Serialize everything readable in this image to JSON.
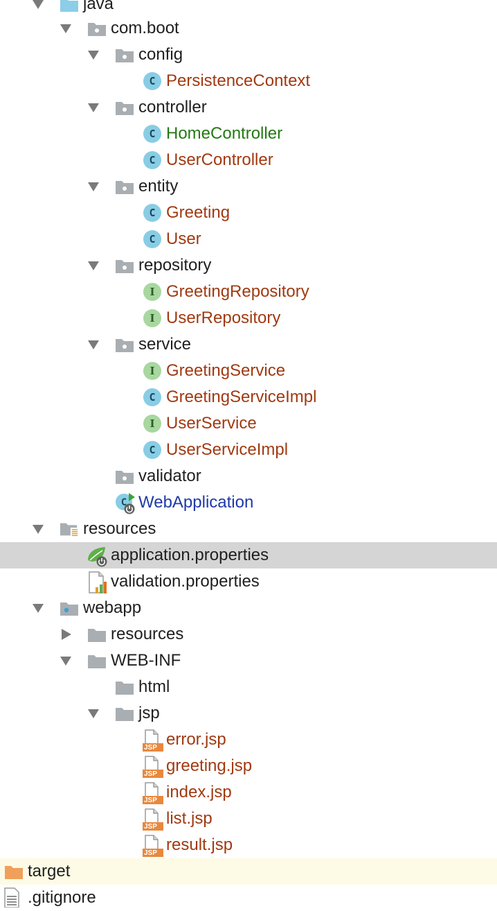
{
  "tree": {
    "items": [
      {
        "label": "java",
        "kind": "folder-blue",
        "expanded": true
      },
      {
        "label": "com.boot",
        "kind": "package",
        "expanded": true
      },
      {
        "label": "config",
        "kind": "package",
        "expanded": true
      },
      {
        "label": "PersistenceContext",
        "kind": "class"
      },
      {
        "label": "controller",
        "kind": "package",
        "expanded": true
      },
      {
        "label": "HomeController",
        "kind": "class"
      },
      {
        "label": "UserController",
        "kind": "class"
      },
      {
        "label": "entity",
        "kind": "package",
        "expanded": true
      },
      {
        "label": "Greeting",
        "kind": "class"
      },
      {
        "label": "User",
        "kind": "class"
      },
      {
        "label": "repository",
        "kind": "package",
        "expanded": true
      },
      {
        "label": "GreetingRepository",
        "kind": "interface"
      },
      {
        "label": "UserRepository",
        "kind": "interface"
      },
      {
        "label": "service",
        "kind": "package",
        "expanded": true
      },
      {
        "label": "GreetingService",
        "kind": "interface"
      },
      {
        "label": "GreetingServiceImpl",
        "kind": "class"
      },
      {
        "label": "UserService",
        "kind": "interface"
      },
      {
        "label": "UserServiceImpl",
        "kind": "class"
      },
      {
        "label": "validator",
        "kind": "package"
      },
      {
        "label": "WebApplication",
        "kind": "spring-app"
      },
      {
        "label": "resources",
        "kind": "resources-folder",
        "expanded": true
      },
      {
        "label": "application.properties",
        "kind": "spring-properties",
        "selected": true
      },
      {
        "label": "validation.properties",
        "kind": "properties"
      },
      {
        "label": "webapp",
        "kind": "web-folder",
        "expanded": true
      },
      {
        "label": "resources",
        "kind": "folder",
        "expanded": false
      },
      {
        "label": "WEB-INF",
        "kind": "folder",
        "expanded": true
      },
      {
        "label": "html",
        "kind": "folder"
      },
      {
        "label": "jsp",
        "kind": "folder",
        "expanded": true
      },
      {
        "label": "error.jsp",
        "kind": "jsp"
      },
      {
        "label": "greeting.jsp",
        "kind": "jsp"
      },
      {
        "label": "index.jsp",
        "kind": "jsp"
      },
      {
        "label": "list.jsp",
        "kind": "jsp"
      },
      {
        "label": "result.jsp",
        "kind": "jsp"
      },
      {
        "label": "target",
        "kind": "folder-orange"
      },
      {
        "label": ".gitignore",
        "kind": "text-file"
      }
    ],
    "jsp_badge": "JSP",
    "class_badge": "C",
    "interface_badge": "I"
  },
  "colors": {
    "selected_row": "#d5d5d5",
    "excluded_row": "#fdfbe6",
    "label_modified": "#a13a12",
    "label_added": "#237a12",
    "label_changed_blue": "#1f3aa8",
    "label_default": "#1f1f1f"
  }
}
